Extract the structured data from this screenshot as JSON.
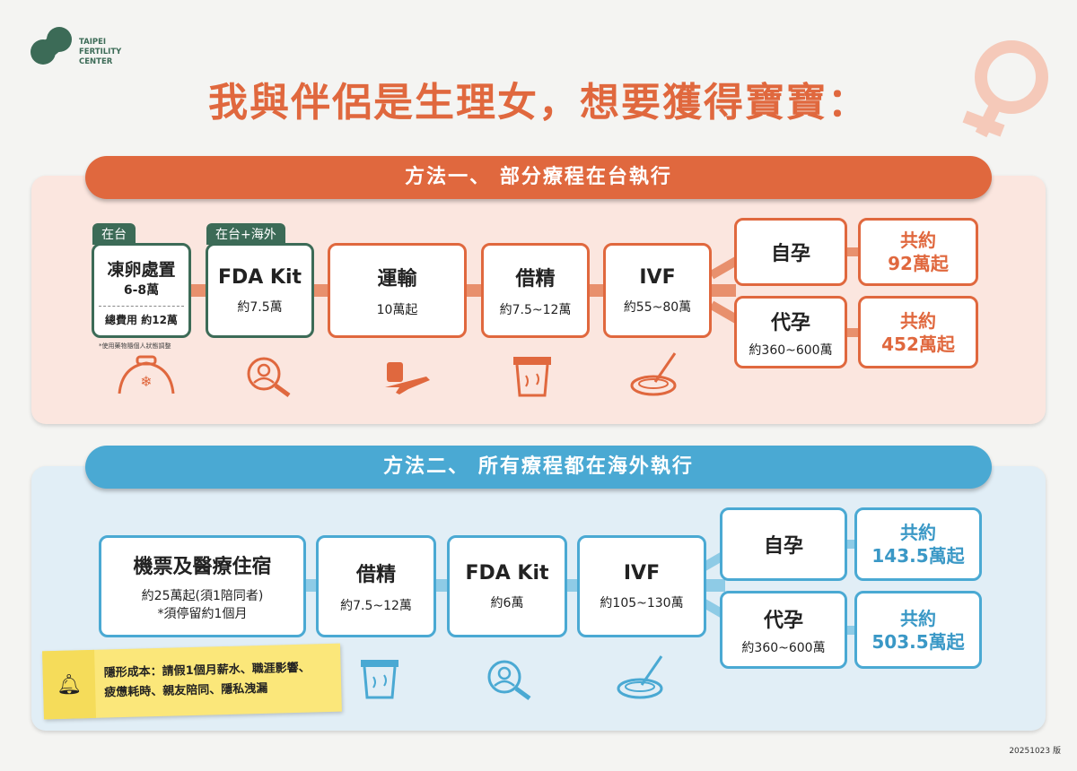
{
  "logo": {
    "text": [
      "TAIPEI",
      "FERTILITY",
      "CENTER"
    ]
  },
  "title": "我與伴侶是生理女，想要獲得寶寶：",
  "colors": {
    "orange": "#e0683e",
    "blue": "#4aa9d3",
    "green": "#3c6b57"
  },
  "method1": {
    "header": "方法一、 部分療程在台執行",
    "steps": [
      {
        "tag": "在台",
        "name": "凍卵處置",
        "price": "6-8萬",
        "total": "總費用 約12萬",
        "note": "*使用藥物隨個人狀態調整",
        "icon": "egg-freeze-icon"
      },
      {
        "tag": "在台+海外",
        "name": "FDA Kit",
        "price": "約7.5萬",
        "icon": "search-person-icon"
      },
      {
        "name": "運輸",
        "price": "10萬起",
        "icon": "airplane-luggage-icon"
      },
      {
        "name": "借精",
        "price": "約7.5~12萬",
        "icon": "sperm-cup-icon"
      },
      {
        "name": "IVF",
        "price": "約55~80萬",
        "icon": "petri-dish-icon"
      }
    ],
    "options": [
      {
        "name": "自孕",
        "price": "",
        "total": [
          "共約",
          "92萬起"
        ]
      },
      {
        "name": "代孕",
        "price": "約360~600萬",
        "total": [
          "共約",
          "452萬起"
        ]
      }
    ]
  },
  "method2": {
    "header": "方法二、 所有療程都在海外執行",
    "steps": [
      {
        "name": "機票及醫療住宿",
        "price": "約25萬起(須1陪同者)",
        "price2": "*須停留約1個月"
      },
      {
        "name": "借精",
        "price": "約7.5~12萬",
        "icon": "sperm-cup-icon"
      },
      {
        "name": "FDA Kit",
        "price": "約6萬",
        "icon": "search-person-icon"
      },
      {
        "name": "IVF",
        "price": "約105~130萬",
        "icon": "petri-dish-icon"
      }
    ],
    "options": [
      {
        "name": "自孕",
        "price": "",
        "total": [
          "共約",
          "143.5萬起"
        ]
      },
      {
        "name": "代孕",
        "price": "約360~600萬",
        "total": [
          "共約",
          "503.5萬起"
        ]
      }
    ],
    "hidden_cost": [
      "隱形成本：請假1個月薪水、職涯影響、",
      "疲憊耗時、親友陪同、隱私洩漏"
    ]
  },
  "version": "20251023 版"
}
